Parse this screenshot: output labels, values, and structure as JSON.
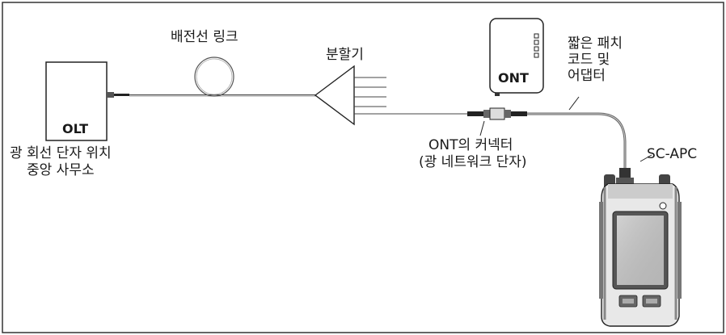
{
  "labels": {
    "distribution_link": "배전선 링크",
    "splitter": "분할기",
    "ont_device": "ONT",
    "patch_cord_line1": "짧은 패치",
    "patch_cord_line2": "코드 및",
    "patch_cord_line3": "어댑터",
    "olt_device": "OLT",
    "central_office_line1": "광 회선 단자 위치",
    "central_office_line2": "중앙 사무소",
    "ont_connector_line1": "ONT의 커넥터",
    "ont_connector_line2": "(광 네트워크 단자)",
    "sc_apc": "SC-APC"
  }
}
